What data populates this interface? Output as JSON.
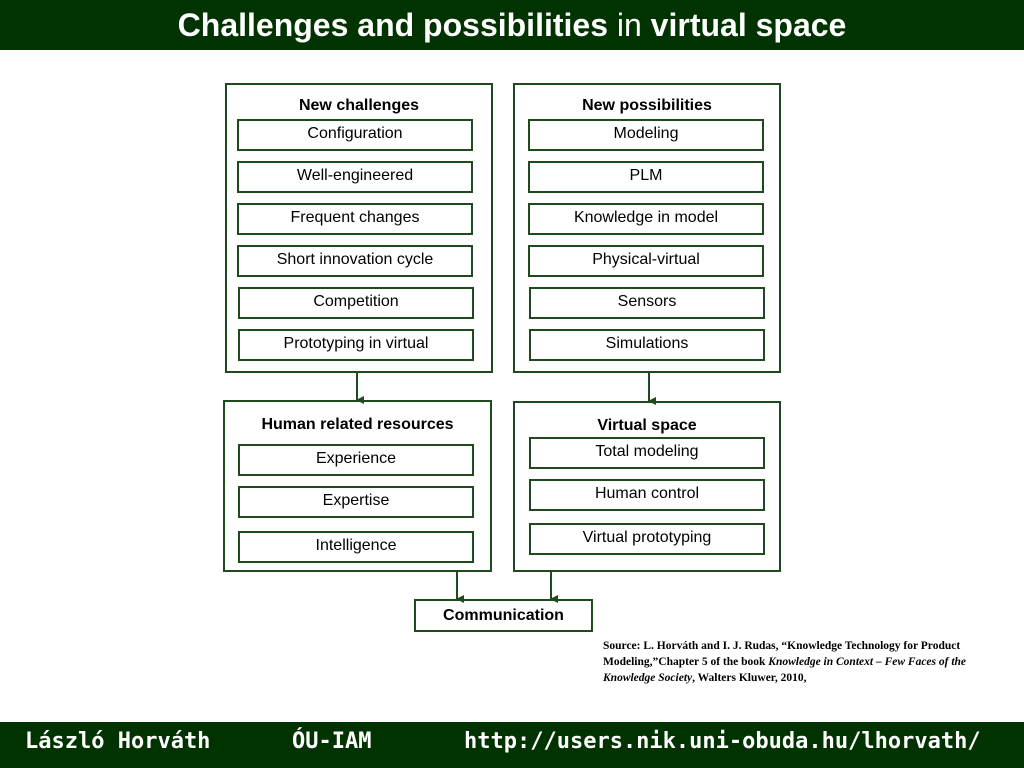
{
  "title": {
    "main": "Challenges and possibilities",
    "light": "in",
    "end": "virtual space"
  },
  "groups": {
    "challenges": {
      "title": "New challenges",
      "items": [
        "Configuration",
        "Well-engineered",
        "Frequent changes",
        "Short innovation cycle",
        "Competition",
        "Prototyping in virtual"
      ]
    },
    "possibilities": {
      "title": "New possibilities",
      "items": [
        "Modeling",
        "PLM",
        "Knowledge in model",
        "Physical-virtual",
        "Sensors",
        "Simulations"
      ]
    },
    "human": {
      "title": "Human related resources",
      "items": [
        "Experience",
        "Expertise",
        "Intelligence"
      ]
    },
    "virtual": {
      "title": "Virtual space",
      "items": [
        "Total modeling",
        "Human control",
        "Virtual prototyping"
      ]
    }
  },
  "communication": "Communication",
  "source": {
    "part1": "Source: L. Horváth and I. J. Rudas, “Knowledge Technology for Product Modeling,”Chapter 5 of the book ",
    "book": "Knowledge in Context – Few Faces of the Knowledge Society",
    "part2": ", Walters Kluwer, 2010,"
  },
  "footer": {
    "author": "László Horváth",
    "institute": "ÓU-IAM",
    "url": "http://users.nik.uni-obuda.hu/lhorvath/"
  },
  "colors": {
    "band": "#003300",
    "border": "#1e4a1e"
  }
}
